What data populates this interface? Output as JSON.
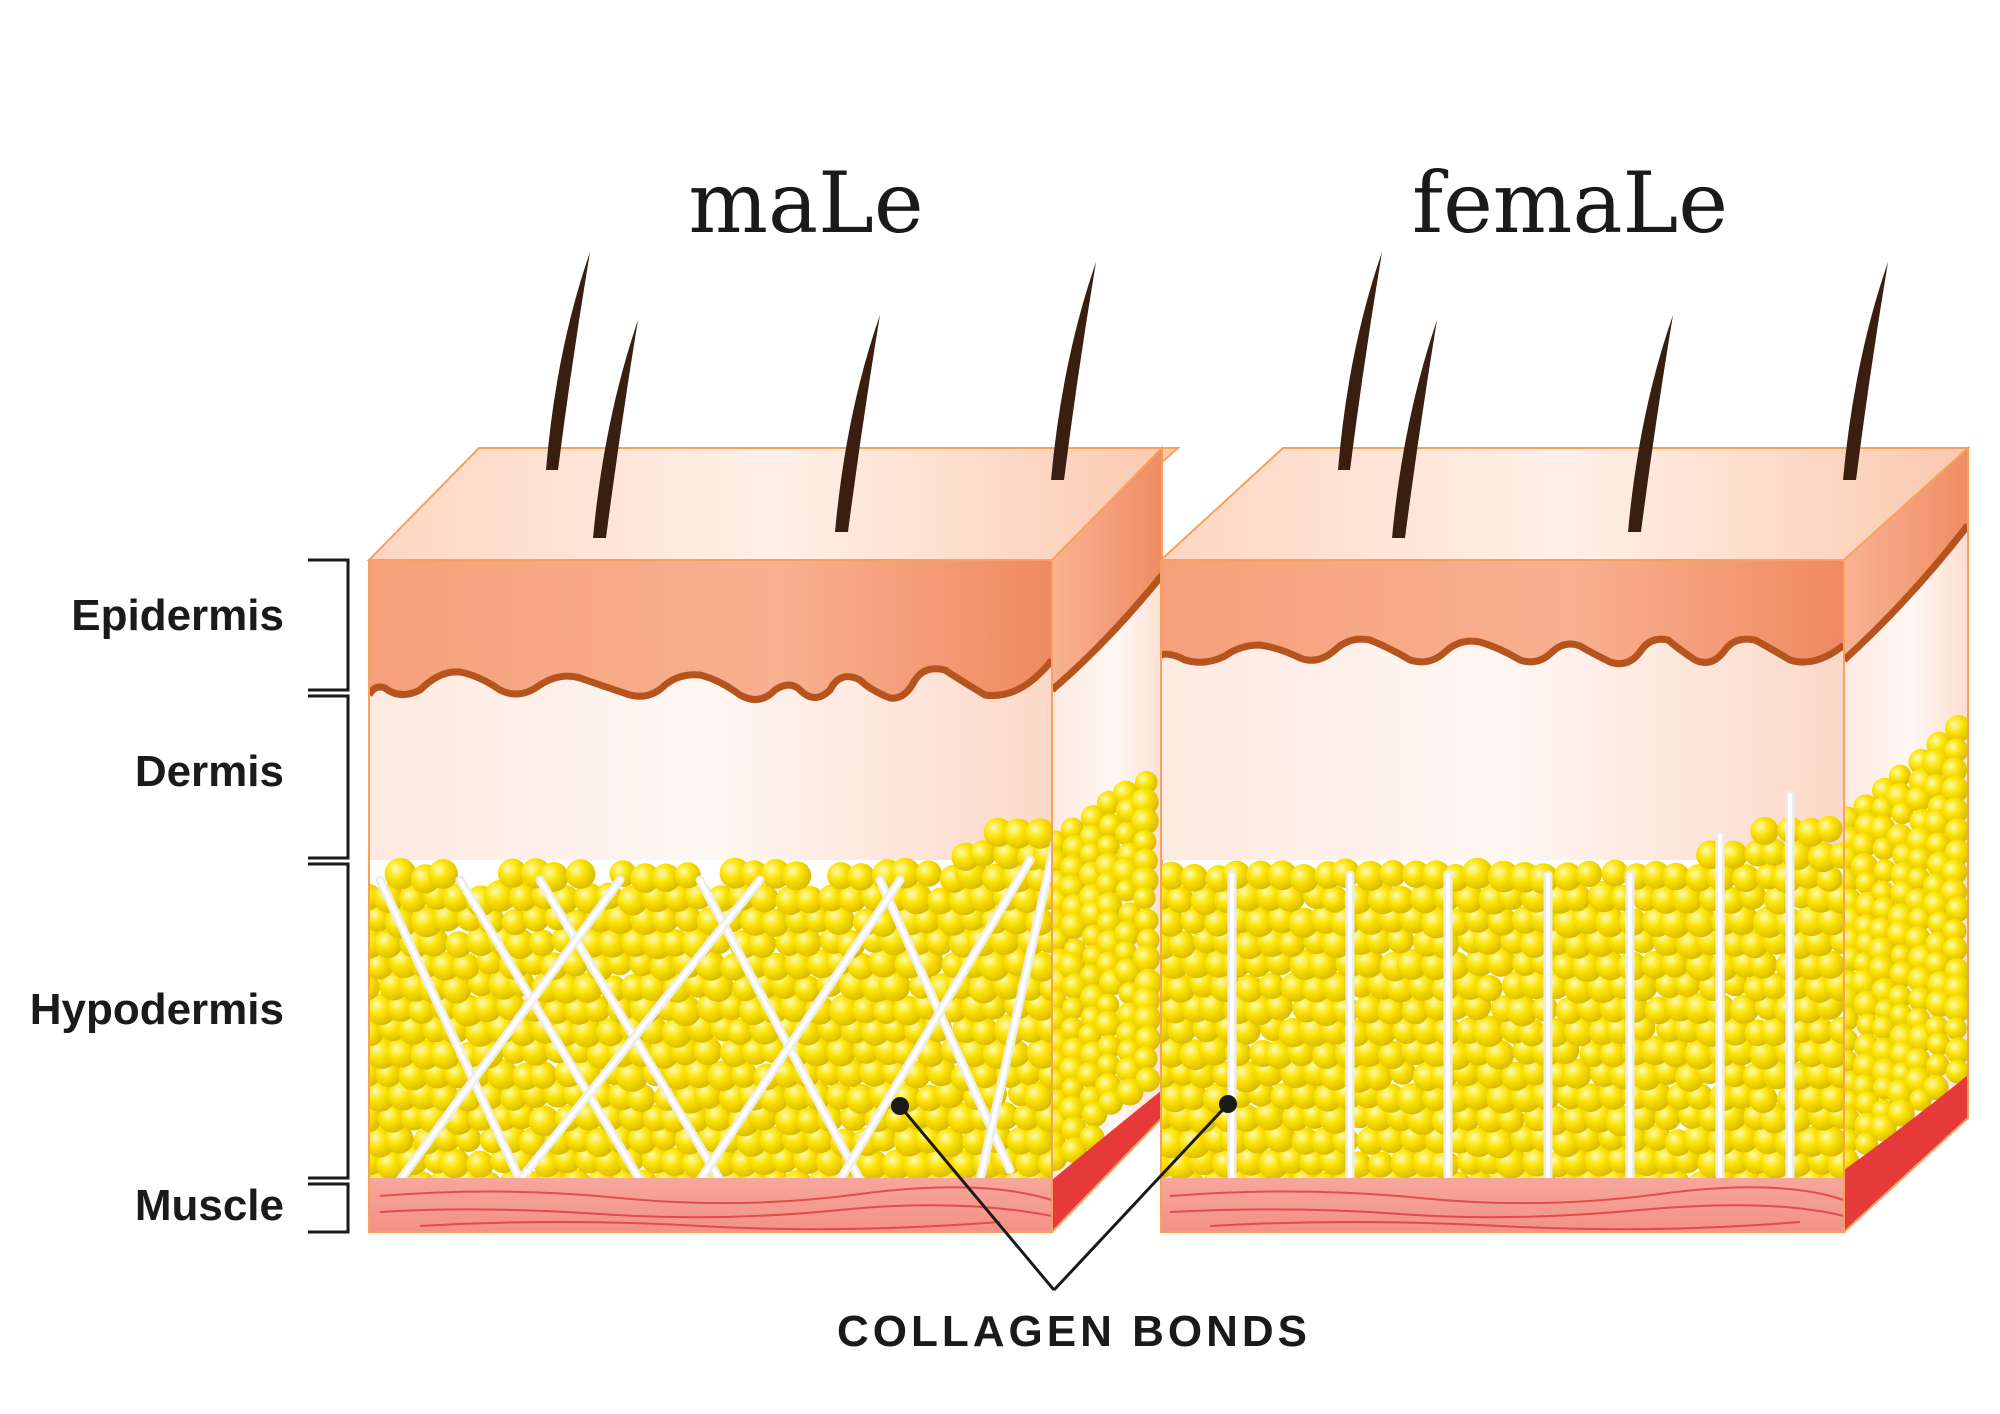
{
  "titles": {
    "male": "maLe",
    "female": "femaLe"
  },
  "layers": {
    "epidermis": "Epidermis",
    "dermis": "Dermis",
    "hypodermis": "Hypodermis",
    "muscle": "Muscle"
  },
  "callout": {
    "label": "COLLAGEN BONDS"
  },
  "colors": {
    "skin_top": "#fde0d0",
    "epidermis": "#f7a37c",
    "epidermis_border": "#b5541f",
    "dermis": "#fdf1ec",
    "fat": "#f4d700",
    "fat_highlight": "#fff27a",
    "collagen": "#e9e9e9",
    "muscle": "#f59d92",
    "muscle_fiber": "#e0383a",
    "hair": "#3a1f10",
    "outline": "#f7a15d"
  }
}
